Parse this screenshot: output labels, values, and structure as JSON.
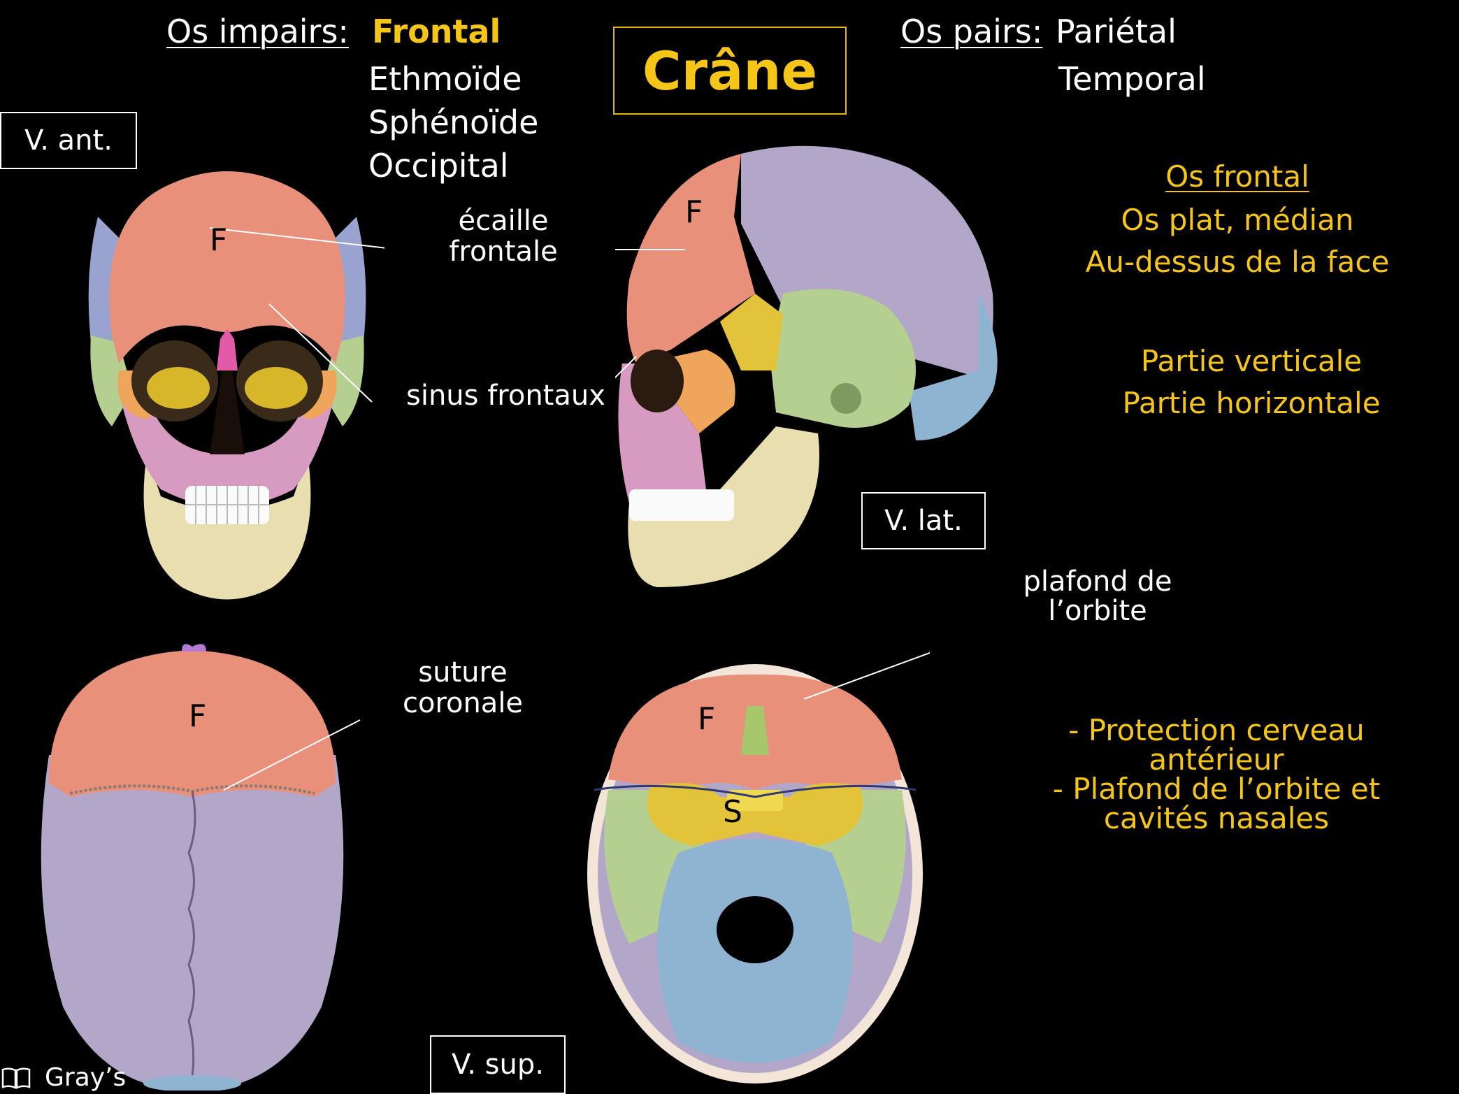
{
  "header": {
    "impairs_label": "Os impairs:",
    "impairs_first": "Frontal",
    "impairs_list": [
      "Ethmoïde",
      "Sphénoïde",
      "Occipital"
    ],
    "title": "Crâne",
    "pairs_label": "Os pairs:",
    "pairs_list": [
      "Pariétal",
      "Temporal"
    ]
  },
  "views": {
    "anterior": "V. ant.",
    "lateral": "V. lat.",
    "superior": "V. sup."
  },
  "labels": {
    "ecaille_line1": "écaille",
    "ecaille_line2": "frontale",
    "sinus": "sinus frontaux",
    "suture_line1": "suture",
    "suture_line2": "coronale",
    "plafond_line1": "plafond de",
    "plafond_line2": "l’orbite",
    "F": "F",
    "S": "S"
  },
  "info": {
    "heading": "Os frontal",
    "line1": "Os plat, médian",
    "line2": "Au-dessus de la face",
    "part1": "Partie verticale",
    "part2": "Partie horizontale",
    "role1_line1": "- Protection cerveau",
    "role1_line2": "antérieur",
    "role2_line1": "- Plafond de l’orbite et",
    "role2_line2": "cavités nasales"
  },
  "footer": {
    "book_icon": "book-icon",
    "source": "Gray’s"
  },
  "colors": {
    "accent_yellow": "#f5c518",
    "frontal": "#e9907a",
    "parietal": "#b3a7c9",
    "temporal": "#b4cf8f",
    "sphenoid": "#e3c33a",
    "occipital": "#8fb4d2",
    "maxilla": "#d79ac0",
    "mandible": "#e8deb0",
    "zygomatic": "#f0a65a"
  }
}
